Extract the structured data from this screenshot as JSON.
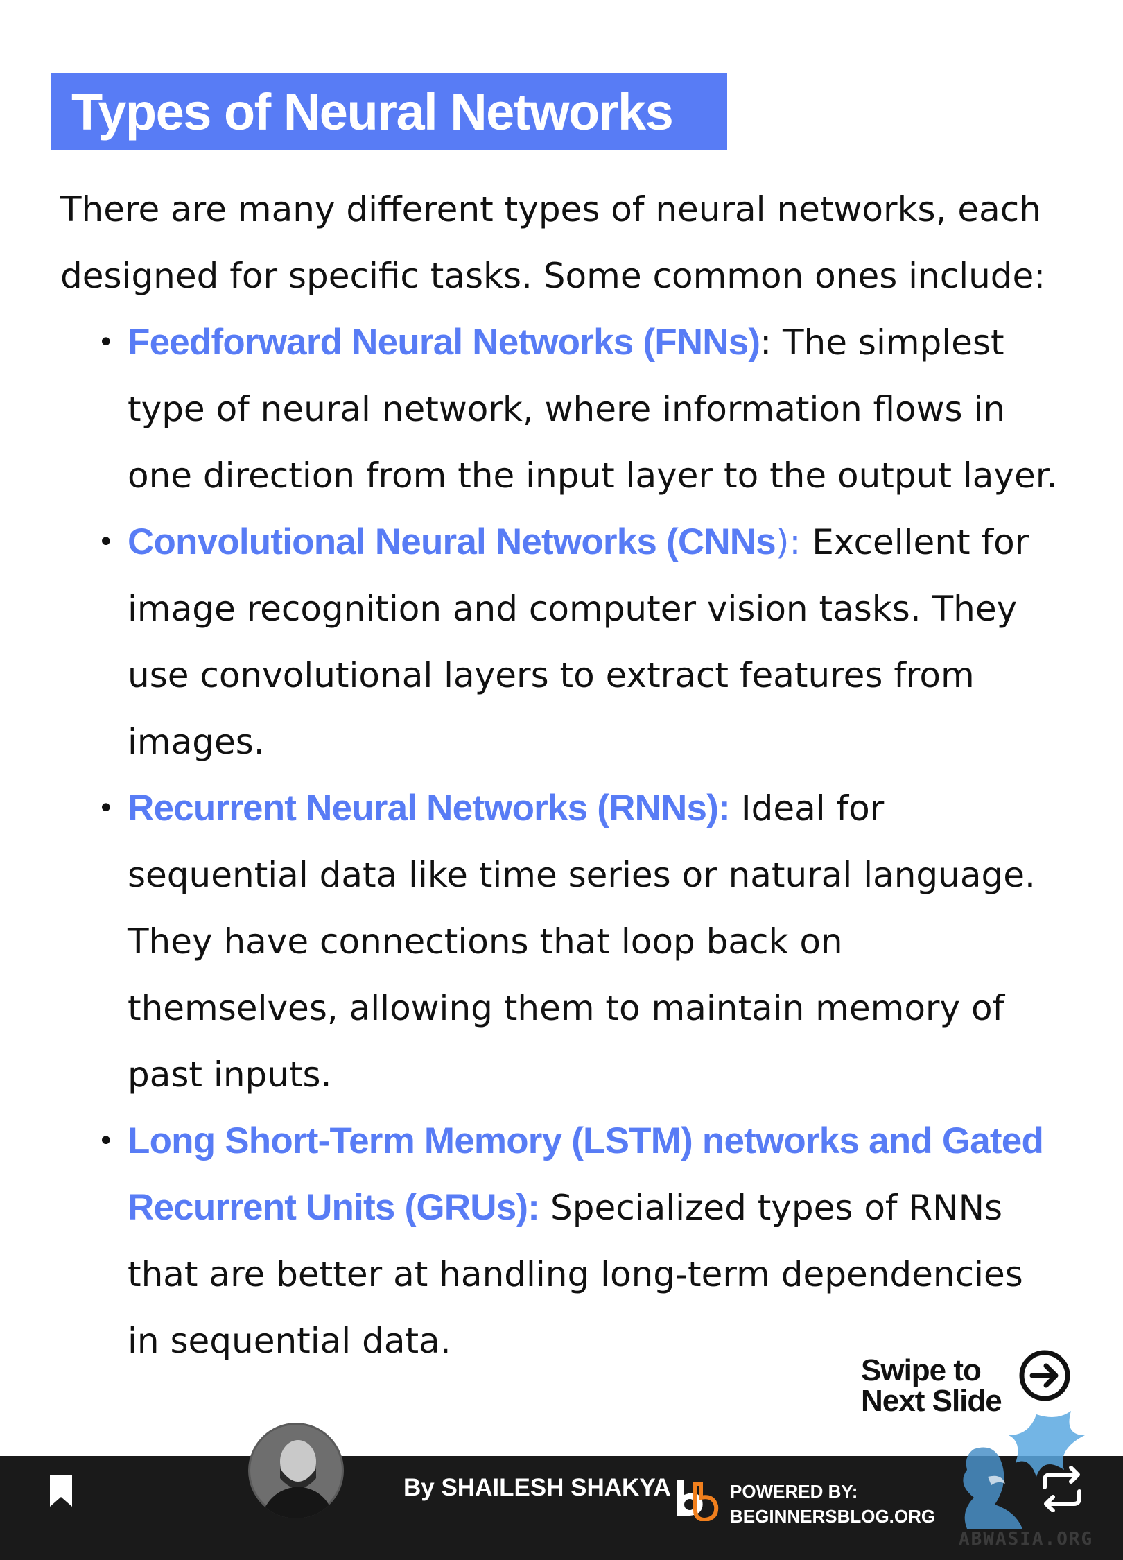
{
  "slide": {
    "title": "Types of Neural Networks",
    "intro": "There are many different types of neural networks, each designed for specific tasks. Some common ones include:",
    "items": [
      {
        "term": "Feedforward Neural Networks (FNNs)",
        "sep": ": ",
        "desc": "The simplest type of neural network, where information flows in one direction from the input layer to the output layer."
      },
      {
        "term": "Convolutional Neural Networks (CNNs",
        "sep": "): ",
        "desc": "Excellent for image recognition and computer vision tasks. They use convolutional layers to extract features from images."
      },
      {
        "term": "Recurrent Neural Networks (RNNs):",
        "sep": " ",
        "desc": "Ideal for sequential data like time series or natural language. They have connections that loop back on themselves, allowing them to maintain memory of past inputs."
      },
      {
        "term": "Long Short-Term Memory (LSTM) networks and Gated Recurrent Units (GRUs):",
        "sep": " ",
        "desc": "Specialized types of RNNs that are better at handling long-term dependencies in sequential data."
      }
    ],
    "bullet": "•"
  },
  "swipe": {
    "line1": "Swipe to",
    "line2": "Next Slide",
    "icon": "arrow-right-circle-icon"
  },
  "footer": {
    "author": "By SHAILESH SHAKYA",
    "powered_label": "POWERED BY:",
    "powered_site": "BEGINNERSBLOG.ORG",
    "watermark": "ABWASIA.ORG"
  },
  "colors": {
    "accent": "#587cf5",
    "footer_bg": "#1a1a1a",
    "logo_orange": "#f07f1d",
    "dragon_blue": "#5aa8e0"
  }
}
